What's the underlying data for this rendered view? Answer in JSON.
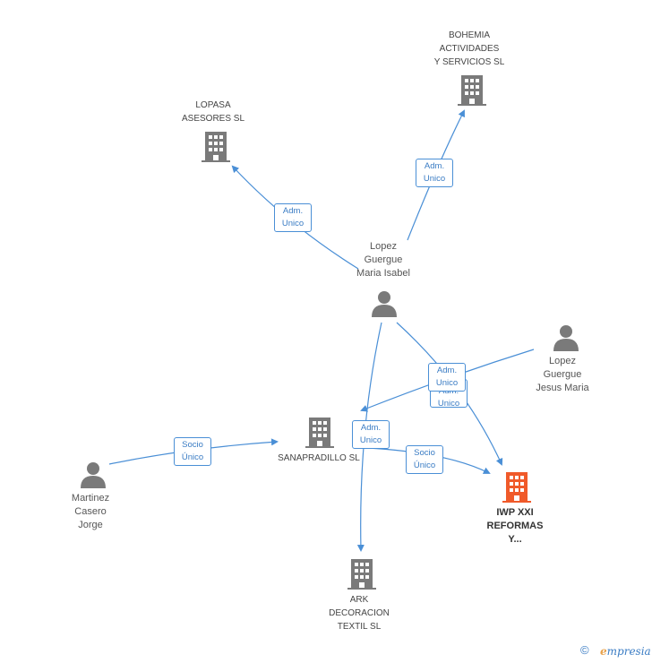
{
  "colors": {
    "edge": "#4a8fd6",
    "node": "#7a7a7a",
    "focus": "#f05a2a"
  },
  "nodes": {
    "bohemia": "BOHEMIA\nACTIVIDADES\nY SERVICIOS SL",
    "lopasa": "LOPASA\nASESORES  SL",
    "lopez_isabel": "Lopez\nGuergue\nMaria Isabel",
    "lopez_jesus": "Lopez\nGuergue\nJesus Maria",
    "sanapradillo": "SANAPRADILLO SL",
    "martinez": "Martinez\nCasero\nJorge",
    "iwp": "IWP XXI\nREFORMAS\nY...",
    "ark": "ARK\nDECORACION\nTEXTIL SL"
  },
  "badges": {
    "b_bohemia": "Adm.\nUnico",
    "b_lopasa": "Adm.\nUnico",
    "b_jesus_1": "Adm.\nUnico",
    "b_jesus_2": "Adm.\nUnico",
    "b_ark": "Adm.\nUnico",
    "b_socio_san": "Socio\nÚnico",
    "b_socio_iwp": "Socio\nÚnico"
  },
  "footer": {
    "copyright": "©",
    "brand_e": "e",
    "brand_rest": "mpresia"
  },
  "icons": {
    "company": "building-icon",
    "person": "person-icon"
  }
}
